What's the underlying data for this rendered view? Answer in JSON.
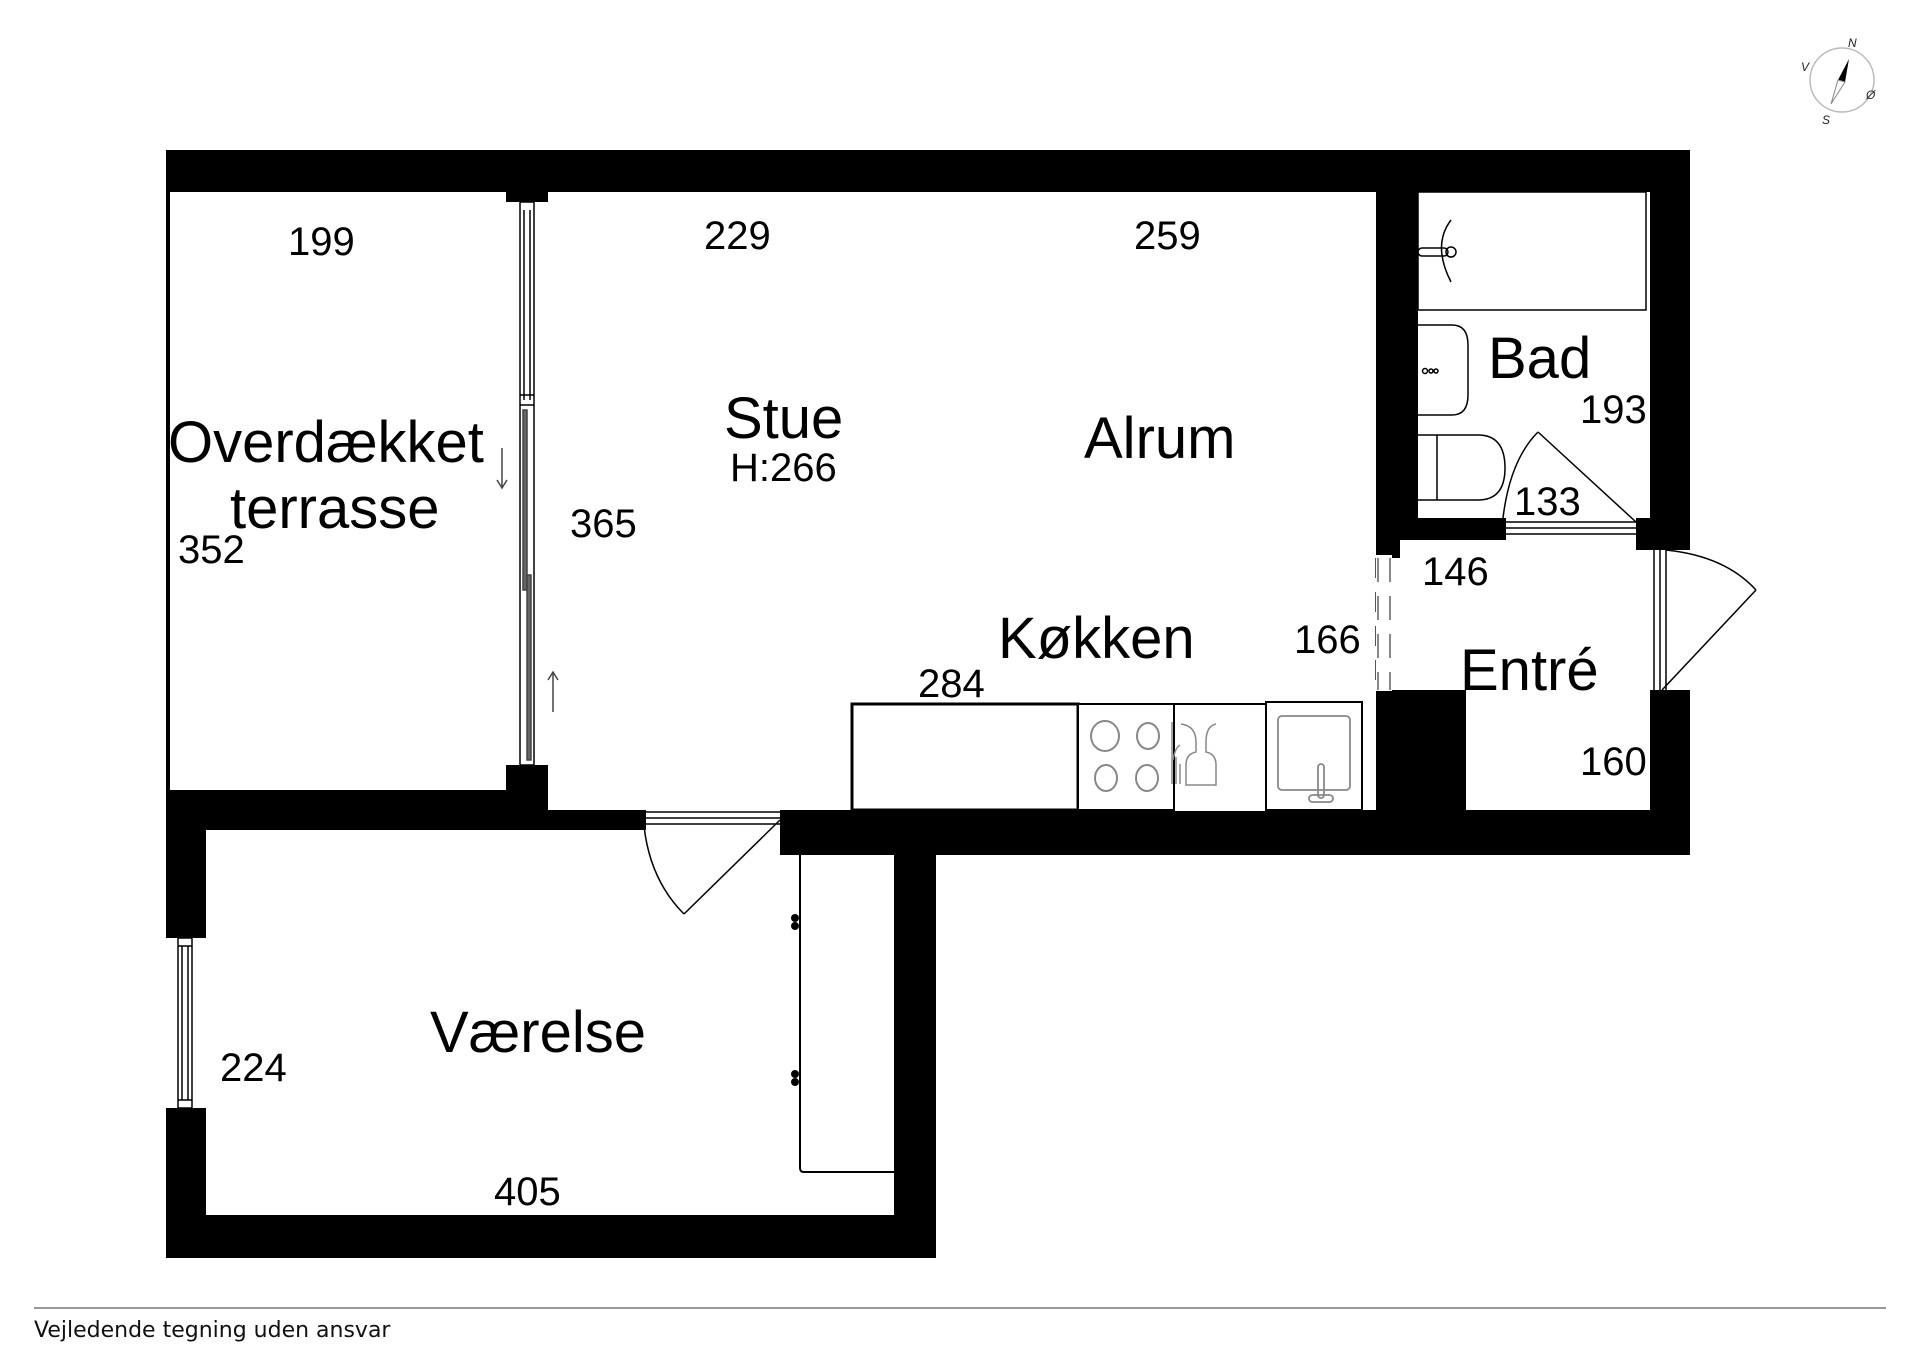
{
  "plan": {
    "rooms": [
      {
        "id": "terrasse",
        "name_line1": "Overdækket",
        "name_line2": "terrasse"
      },
      {
        "id": "stue",
        "name": "Stue",
        "height_note": "H:266"
      },
      {
        "id": "alrum",
        "name": "Alrum"
      },
      {
        "id": "koekken",
        "name": "Køkken"
      },
      {
        "id": "bad",
        "name": "Bad"
      },
      {
        "id": "entre",
        "name": "Entré"
      },
      {
        "id": "vaerelse",
        "name": "Værelse"
      }
    ],
    "dimensions": {
      "terrasse_width": "199",
      "terrasse_depth": "352",
      "stue_width": "229",
      "alrum_width": "259",
      "stue_depth": "365",
      "koekken_counter": "284",
      "koekken_depth": "166",
      "bad_depth": "193",
      "bad_door": "133",
      "entre_width": "146",
      "entre_depth": "160",
      "vaerelse_depth": "224",
      "vaerelse_width": "405"
    },
    "compass": {
      "north": "N",
      "south": "S",
      "east": "Ø",
      "west": "V"
    },
    "colors": {
      "wall": "#000000",
      "fixture_line": "#888888",
      "background": "#ffffff"
    }
  },
  "footer": {
    "disclaimer": "Vejledende tegning uden ansvar"
  }
}
